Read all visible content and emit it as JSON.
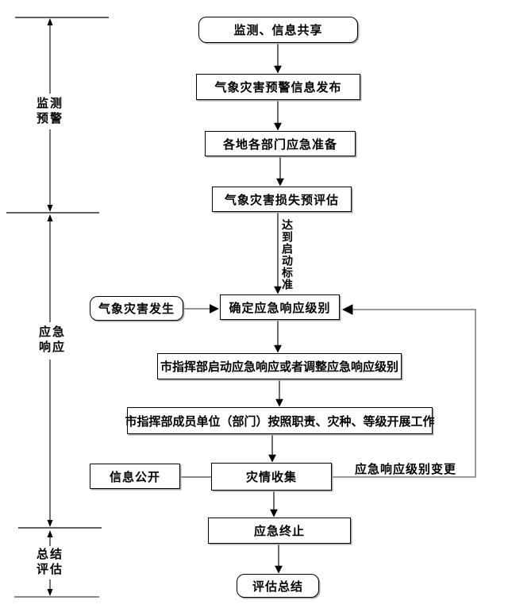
{
  "phases": {
    "monitoring": {
      "line1": "监测",
      "line2": "预警"
    },
    "response": {
      "line1": "应急",
      "line2": "响应"
    },
    "summary": {
      "line1": "总结",
      "line2": "评估"
    }
  },
  "nodes": {
    "start": "监测、信息共享",
    "warning_release": "气象灾害预警信息发布",
    "preparation": "各地各部门应急准备",
    "pre_assessment": "气象灾害损失预评估",
    "disaster_occurs": "气象灾害发生",
    "determine_level": "确定应急响应级别",
    "start_response": "市指挥部启动应急响应或者调整应急响应级别",
    "members_work": "市指挥部成员单位（部门）按照职责、灾种、等级开展工作",
    "info_disclosure": "信息公开",
    "disaster_collection": "灾情收集",
    "end_response": "应急终止",
    "evaluation": "评估总结"
  },
  "edge_labels": {
    "reach_criteria": "达到启动标准",
    "level_change": "应急响应级别变更"
  },
  "colors": {
    "line": "#000000",
    "gray_line": "#8a8a8a",
    "background": "#ffffff"
  }
}
